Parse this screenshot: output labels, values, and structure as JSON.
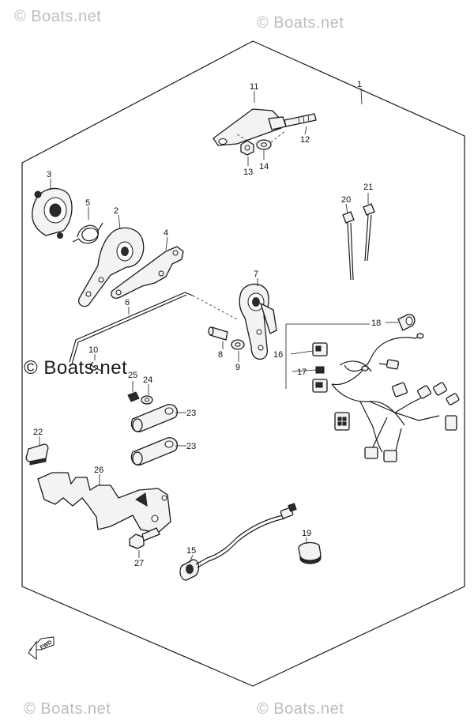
{
  "watermarks": {
    "top_left": "© Boats.net",
    "top_right": "© Boats.net",
    "middle_left": "© Boats.net",
    "bottom_left": "© Boats.net",
    "bottom_right": "© Boats.net"
  },
  "direction_label": "FWD",
  "callouts": {
    "p1": "1",
    "p2": "2",
    "p3": "3",
    "p4": "4",
    "p5": "5",
    "p6": "6",
    "p7": "7",
    "p8": "8",
    "p9": "9",
    "p10": "10",
    "p11": "11",
    "p12": "12",
    "p13": "13",
    "p14": "14",
    "p15": "15",
    "p16": "16",
    "p17": "17",
    "p18": "18",
    "p19": "19",
    "p20": "20",
    "p21": "21",
    "p22": "22",
    "p23a": "23",
    "p23b": "23",
    "p24": "24",
    "p25": "25",
    "p26": "26",
    "p27": "27"
  }
}
